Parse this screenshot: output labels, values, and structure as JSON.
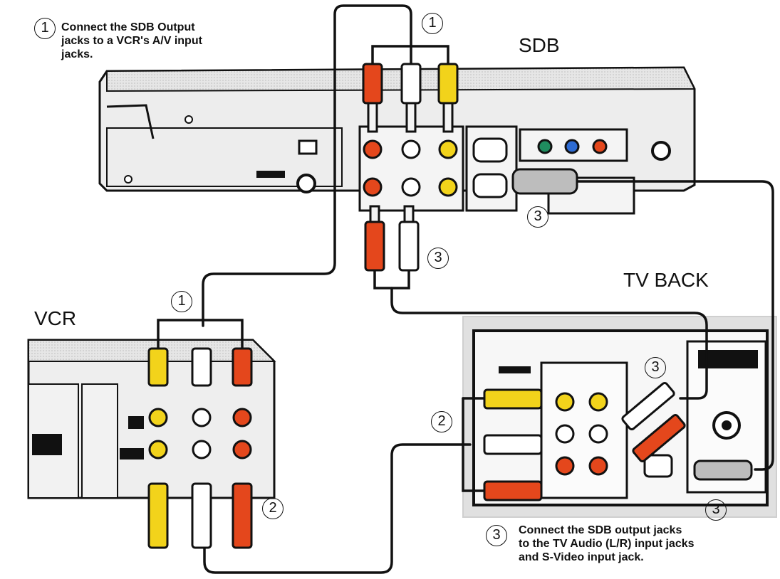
{
  "labels": {
    "sdb": "SDB",
    "tv_back": "TV BACK",
    "vcr": "VCR"
  },
  "notes": {
    "step1": "Connect the SDB Output\njacks to a VCR's A/V input\njacks.",
    "step3": "Connect the SDB output jacks\nto the TV Audio (L/R) input jacks\nand S-Video input jack."
  },
  "steps": {
    "one": "1",
    "two": "2",
    "three": "3"
  },
  "colors": {
    "video_yellow": "#f2d31b",
    "audio_white": "#ffffff",
    "audio_red": "#e4471c",
    "panel_gray": "#e3e3e3",
    "cable_black": "#111111"
  }
}
